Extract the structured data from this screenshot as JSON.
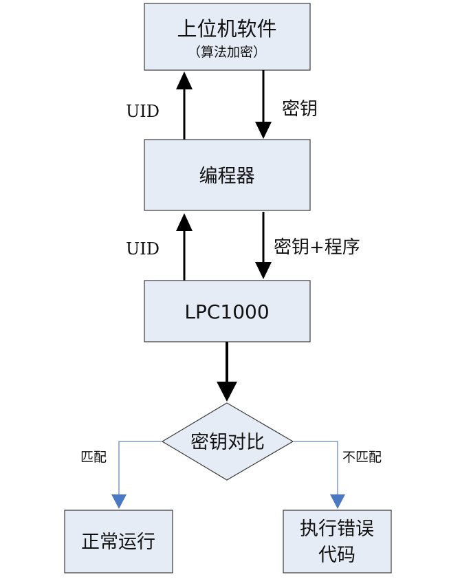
{
  "diagram": {
    "nodes": {
      "host_software": {
        "title": "上位机软件",
        "subtitle": "（算法加密）"
      },
      "programmer": {
        "title": "编程器"
      },
      "lpc": {
        "title": "LPC1000"
      },
      "decision": {
        "title": "密钥对比"
      },
      "normal": {
        "title": "正常运行"
      },
      "error": {
        "line1": "执行错误",
        "line2": "代码"
      }
    },
    "edges": {
      "uid_top": "UID",
      "key_top": "密钥",
      "uid_mid": "UID",
      "key_program": "密钥+程序",
      "match": "匹配",
      "mismatch": "不匹配"
    },
    "colors": {
      "box_fill": "#e6ecf6",
      "box_stroke": "#3a3a3a",
      "arrow_black": "#000000",
      "branch_line": "#7f99c4",
      "branch_arrow": "#4a78c2"
    }
  }
}
